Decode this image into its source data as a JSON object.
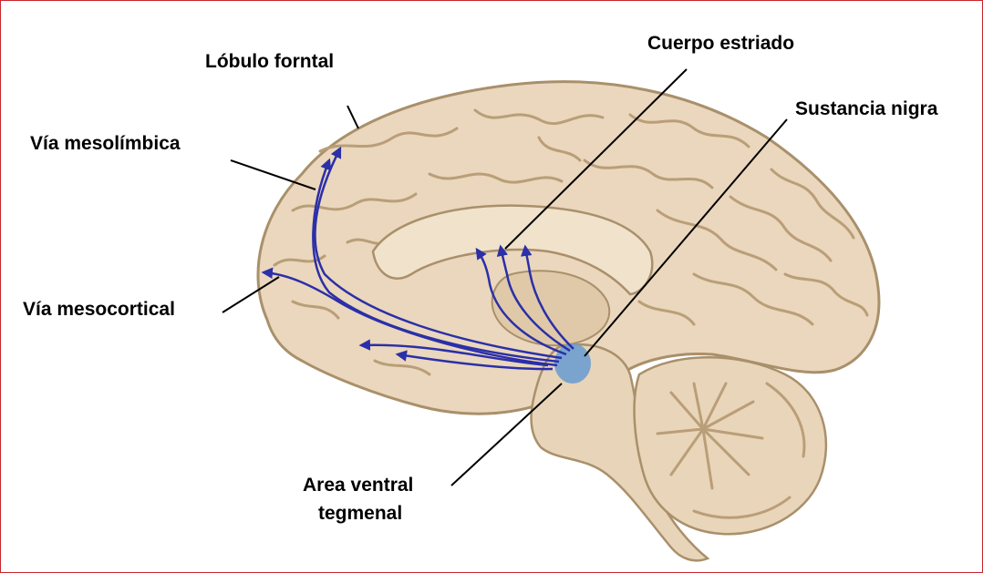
{
  "colors": {
    "frame_border": "#c8262c",
    "brain_fill": "#ead7bd",
    "brain_outline": "#a9906b",
    "pathway": "#2b2fa8",
    "highlight": "#6e9ed0",
    "leader_line": "#000000"
  },
  "labels": {
    "lobulo_frontal": "Lóbulo forntal",
    "via_mesolimbica": "Vía mesolímbica",
    "via_mesocortical": "Vía mesocortical",
    "cuerpo_estriado": "Cuerpo estriado",
    "sustancia_nigra": "Sustancia nigra",
    "area_ventral_line1": "Area ventral",
    "area_ventral_line2": "tegmenal"
  }
}
